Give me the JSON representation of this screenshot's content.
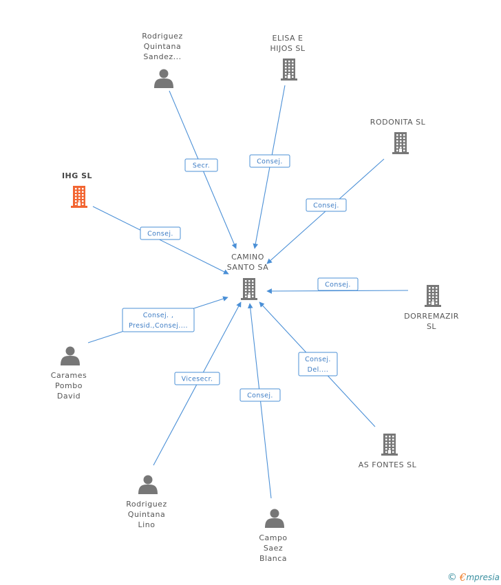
{
  "graph": {
    "center": {
      "id": "camino",
      "label_lines": [
        "CAMINO",
        "SANTO SA"
      ],
      "kind": "company"
    },
    "nodes": [
      {
        "id": "rodriguez_sandez",
        "label_lines": [
          "Rodriguez",
          "Quintana",
          "Sandez..."
        ],
        "kind": "person",
        "highlight": false
      },
      {
        "id": "elisa",
        "label_lines": [
          "ELISA E",
          "HIJOS SL"
        ],
        "kind": "company",
        "highlight": false
      },
      {
        "id": "rodonita",
        "label_lines": [
          "RODONITA SL"
        ],
        "kind": "company",
        "highlight": false
      },
      {
        "id": "ihg",
        "label_lines": [
          "IHG SL"
        ],
        "kind": "company",
        "highlight": true
      },
      {
        "id": "dorremazir",
        "label_lines": [
          "DORREMAZIR",
          "SL"
        ],
        "kind": "company",
        "highlight": false
      },
      {
        "id": "carames",
        "label_lines": [
          "Carames",
          "Pombo",
          "David"
        ],
        "kind": "person",
        "highlight": false
      },
      {
        "id": "asfontes",
        "label_lines": [
          "AS FONTES SL"
        ],
        "kind": "company",
        "highlight": false
      },
      {
        "id": "rodriguez_lino",
        "label_lines": [
          "Rodriguez",
          "Quintana",
          "Lino"
        ],
        "kind": "person",
        "highlight": false
      },
      {
        "id": "campo",
        "label_lines": [
          "Campo",
          "Saez",
          "Blanca"
        ],
        "kind": "person",
        "highlight": false
      }
    ],
    "edges": [
      {
        "from": "rodriguez_sandez",
        "label_lines": [
          "Secr."
        ]
      },
      {
        "from": "elisa",
        "label_lines": [
          "Consej."
        ]
      },
      {
        "from": "rodonita",
        "label_lines": [
          "Consej."
        ]
      },
      {
        "from": "ihg",
        "label_lines": [
          "Consej."
        ]
      },
      {
        "from": "dorremazir",
        "label_lines": [
          "Consej."
        ]
      },
      {
        "from": "carames",
        "label_lines": [
          "Consej. ,",
          "Presid.,Consej...."
        ]
      },
      {
        "from": "asfontes",
        "label_lines": [
          "Consej.",
          "Del...."
        ]
      },
      {
        "from": "rodriguez_lino",
        "label_lines": [
          "Vicesecr."
        ]
      },
      {
        "from": "campo",
        "label_lines": [
          "Consej."
        ]
      }
    ]
  },
  "colors": {
    "edge": "#4a8fd6",
    "icon": "#777777",
    "highlight": "#f26532",
    "label": "#555555"
  },
  "footer": {
    "copyright_symbol": "©",
    "brand_first_letter": "€",
    "brand_rest": "mpresia"
  }
}
